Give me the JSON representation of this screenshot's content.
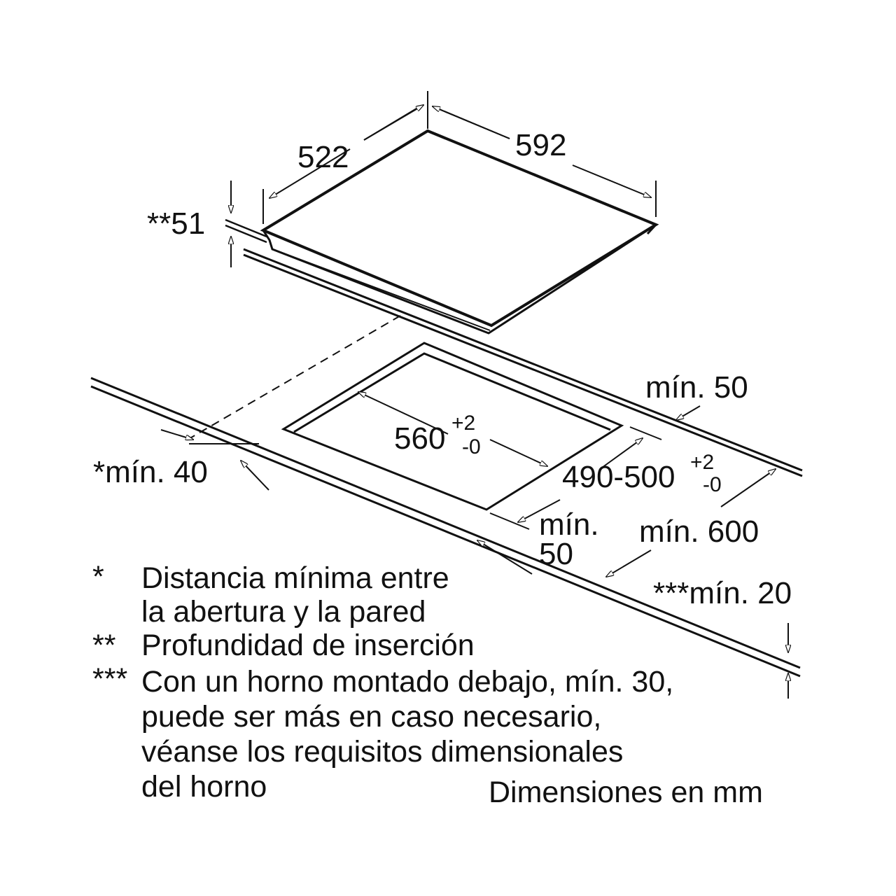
{
  "dimensions": {
    "width_total": "592",
    "depth_total": "522",
    "insertion_depth": "**51",
    "cutout_width": "560",
    "cutout_width_tol_plus": "+2",
    "cutout_width_tol_minus": "-0",
    "cutout_depth": "490-500",
    "cutout_depth_tol_plus": "+2",
    "cutout_depth_tol_minus": "-0",
    "min_back": "mín. 50",
    "min_wall": "*mín. 40",
    "min_front_line1": "mín.",
    "min_front_line2": "50",
    "min_depth_worktop": "mín. 600",
    "min_thickness": "***mín. 20"
  },
  "footnotes": [
    {
      "mark": "*",
      "lines": [
        "Distancia mínima entre",
        "la abertura y la pared"
      ]
    },
    {
      "mark": "**",
      "lines": [
        "Profundidad de inserción"
      ]
    },
    {
      "mark": "***",
      "lines": [
        "Con un horno montado debajo, mín. 30,",
        "puede ser más en caso necesario,",
        "véanse los requisitos dimensionales",
        "del horno"
      ]
    }
  ],
  "units_note": "Dimensiones en mm"
}
